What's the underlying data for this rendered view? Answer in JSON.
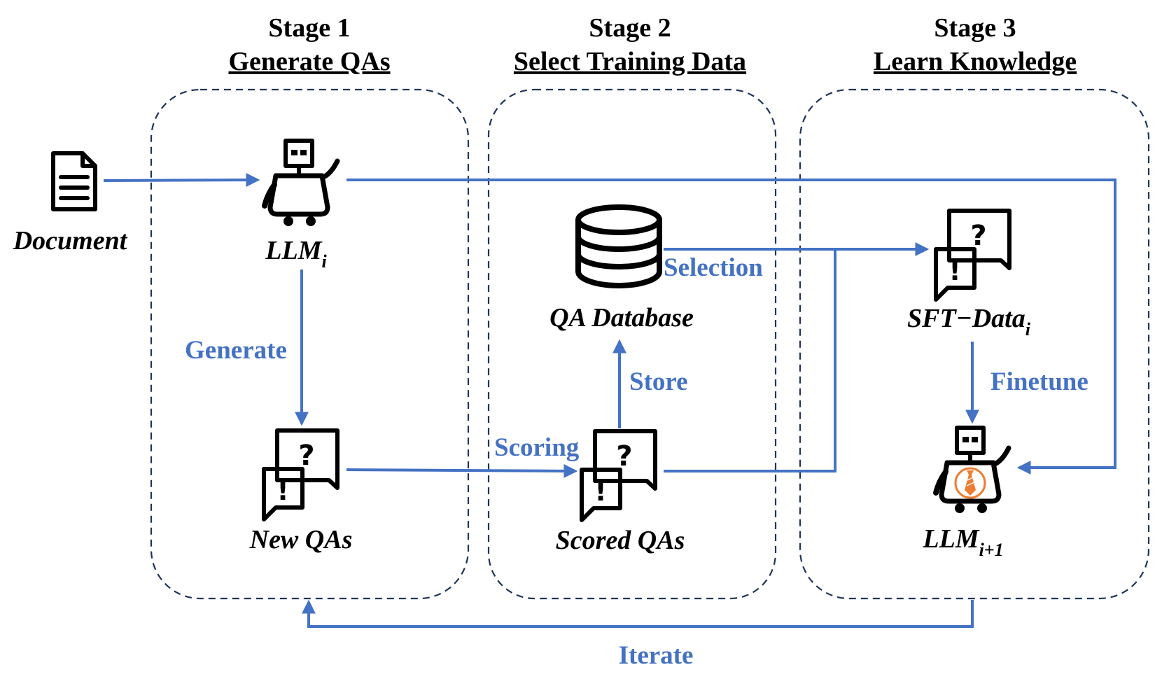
{
  "colors": {
    "flow": "#4472c4",
    "text": "#000000",
    "box_border": "#1f3558",
    "accent_tie": "#ed7d31"
  },
  "stages": [
    {
      "number": "Stage 1",
      "title": "Generate QAs"
    },
    {
      "number": "Stage 2",
      "title": "Select Training Data"
    },
    {
      "number": "Stage 3",
      "title": "Learn Knowledge"
    }
  ],
  "nodes": {
    "document": {
      "label": "Document",
      "icon": "document-icon"
    },
    "llm_i": {
      "label": "LLM",
      "subscript": "i",
      "icon": "robot-icon"
    },
    "new_qas": {
      "label": "New QAs",
      "icon": "qa-bubbles-icon"
    },
    "qa_database": {
      "label": "QA Database",
      "icon": "database-icon"
    },
    "scored_qas": {
      "label": "Scored QAs",
      "icon": "qa-bubbles-icon"
    },
    "sft_data": {
      "label": "SFT−Data",
      "subscript": "i",
      "icon": "qa-bubbles-icon"
    },
    "llm_next": {
      "label": "LLM",
      "subscript": "i+1",
      "icon": "robot-with-tie-icon"
    }
  },
  "edges": {
    "generate": "Generate",
    "scoring": "Scoring",
    "store": "Store",
    "selection": "Selection",
    "finetune": "Finetune",
    "iterate": "Iterate"
  }
}
